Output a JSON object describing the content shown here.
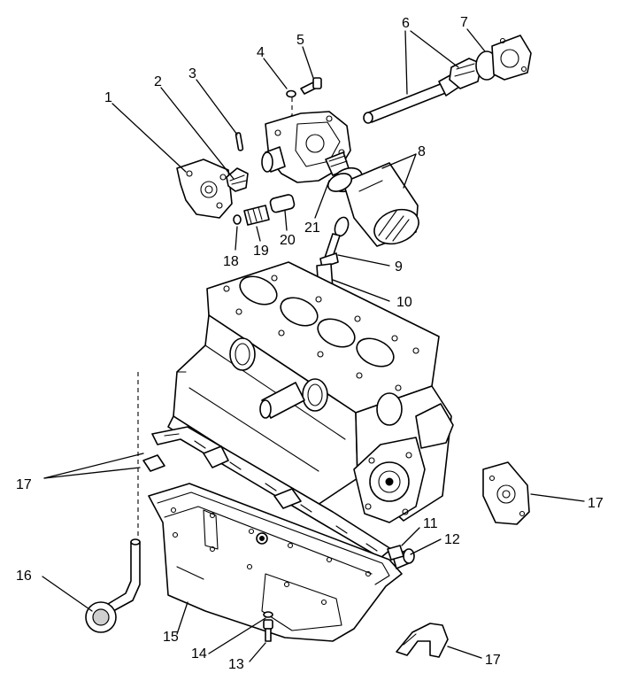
{
  "callouts": {
    "c1": "1",
    "c2": "2",
    "c3": "3",
    "c4": "4",
    "c5": "5",
    "c6": "6",
    "c7": "7",
    "c8": "8",
    "c9": "9",
    "c10": "10",
    "c11": "11",
    "c12": "12",
    "c13": "13",
    "c14": "14",
    "c15": "15",
    "c16": "16",
    "c17a": "17",
    "c17b": "17",
    "c17c": "17",
    "c18": "18",
    "c19": "19",
    "c20": "20",
    "c21": "21"
  }
}
